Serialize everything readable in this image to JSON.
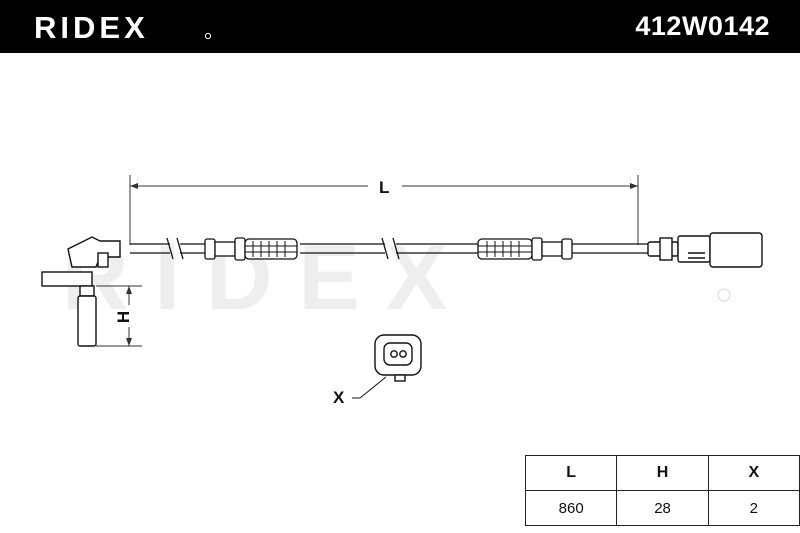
{
  "header": {
    "brand": "RIDEX",
    "part_number": "412W0142"
  },
  "drawing": {
    "dimension_length_label": "L",
    "dimension_height_label": "H",
    "detail_label": "X",
    "watermark_text": "RIDEX"
  },
  "spec_table": {
    "headers": [
      "L",
      "H",
      "X"
    ],
    "values": [
      "860",
      "28",
      "2"
    ]
  }
}
